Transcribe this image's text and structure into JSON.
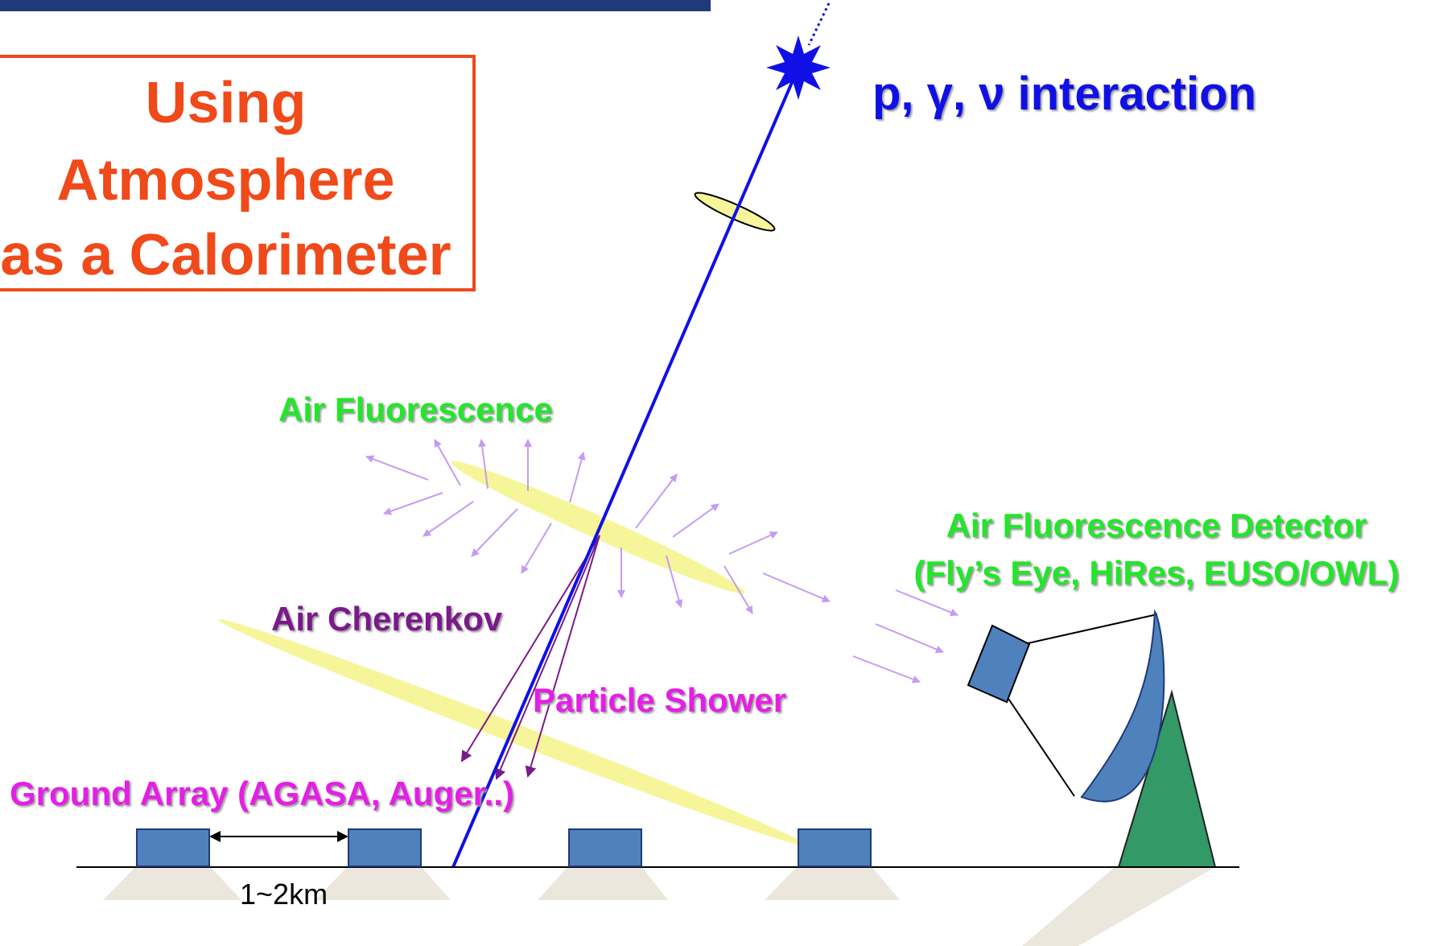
{
  "title": {
    "line1": "Using",
    "line2": "Atmosphere",
    "line3": "as a Calorimeter"
  },
  "labels": {
    "interaction": "p, γ,  ν interaction",
    "air_fluorescence": "Air Fluorescence",
    "fluorescence_detector_line1": "Air Fluorescence Detector",
    "fluorescence_detector_line2": "(Fly’s Eye, HiRes, EUSO/OWL)",
    "air_cherenkov": "Air Cherenkov",
    "particle_shower": "Particle Shower",
    "ground_array": "Ground Array (AGASA, Auger..)",
    "spacing": "1~2km"
  },
  "colors": {
    "header": "#1f3a7a",
    "title": "#f0491a",
    "track": "#1010e6",
    "fluorescence_text": "#22e62a",
    "cherenkov_text": "#7a1a8a",
    "shower_text": "#e51ee6",
    "detector_box": "#4f81bd",
    "detector_stand": "#339966",
    "glow": "#f7f59a",
    "photon_arrow": "#c59bf2"
  }
}
